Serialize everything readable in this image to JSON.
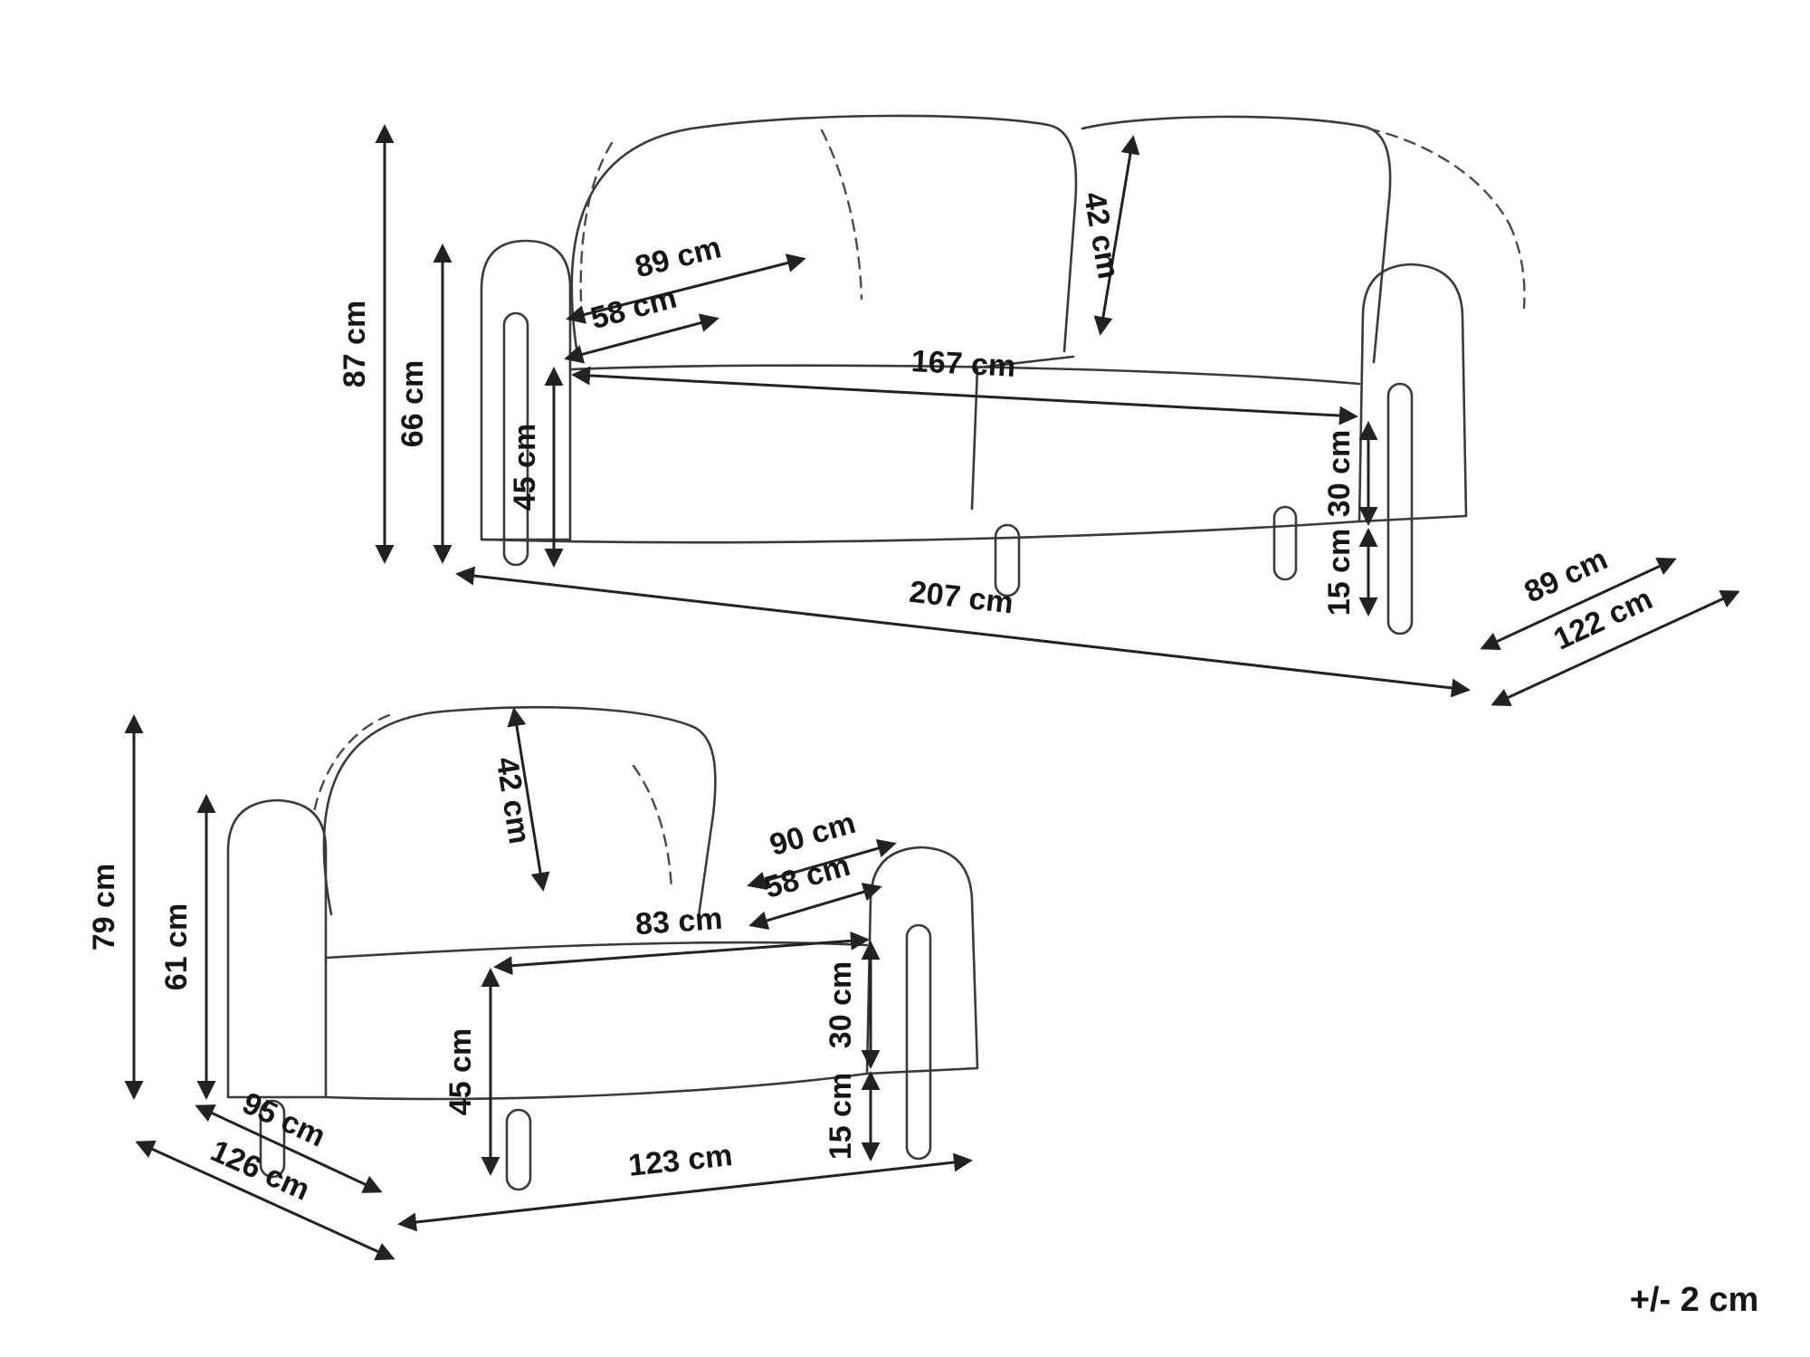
{
  "diagram": {
    "tolerance_note": "+/- 2 cm",
    "sofa": {
      "height": "87 cm",
      "arm_height": "66 cm",
      "seat_depth_top": "89 cm",
      "seat_depth_front": "58 cm",
      "backrest_height": "42 cm",
      "seat_height": "45 cm",
      "seat_width": "167 cm",
      "base_height": "30 cm",
      "leg_height": "15 cm",
      "width": "207 cm",
      "depth_seat": "89 cm",
      "depth": "122 cm"
    },
    "armchair": {
      "height": "79 cm",
      "arm_height": "61 cm",
      "backrest_height": "42 cm",
      "seat_depth_top": "90 cm",
      "seat_depth_front": "58 cm",
      "seat_width": "83 cm",
      "seat_height": "45 cm",
      "base_height": "30 cm",
      "leg_height": "15 cm",
      "depth_seat": "95 cm",
      "depth": "126 cm",
      "width": "123 cm"
    }
  }
}
